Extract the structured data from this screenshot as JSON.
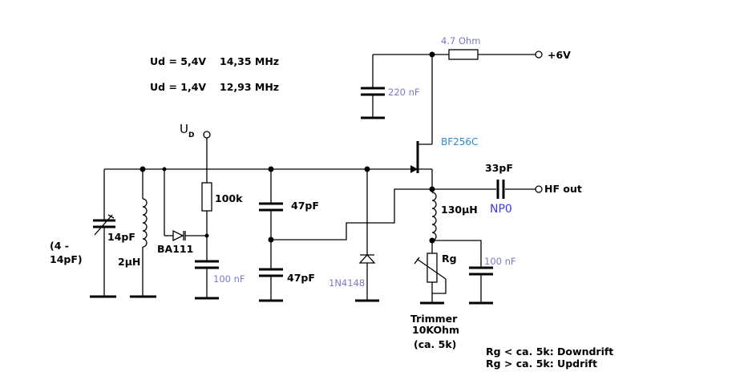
{
  "info": {
    "line1_ud": "Ud = 5,4V",
    "line1_freq": "14,35 MHz",
    "line2_ud": "Ud = 1,4V",
    "line2_freq": "12,93 MHz"
  },
  "labels": {
    "ud_main": "U",
    "ud_sub": "D",
    "r_supply": "4.7  Ohm",
    "plus6v": "+6V",
    "c_supply": "220 nF",
    "fet": "BF256C",
    "c_out": "33pF",
    "hf_out": "HF out",
    "npo": "NP0",
    "r_bias": "100k",
    "c_tune_a": "47pF",
    "c_tune_b": "47pF",
    "l_drain": "130µH",
    "rg": "Rg",
    "c_source": "100 nF",
    "varicap": "BA111",
    "c_varicap": "100 nF",
    "trim_cap": "14pF",
    "trim_range_a": "(4 -",
    "trim_range_b": "14pF)",
    "l_tank": "2µH",
    "diode": "1N4148",
    "trimmer_a": "Trimmer",
    "trimmer_b": "10KOhm",
    "trimmer_c": "(ca. 5k)",
    "note1": "Rg < ca. 5k: Downdrift",
    "note2": "Rg > ca. 5k: Updrift"
  },
  "colors": {
    "wire": "#000000",
    "passive_label": "#7b79c9",
    "fet_label": "#2a8ad0",
    "npo_label": "#3b3bd6"
  }
}
